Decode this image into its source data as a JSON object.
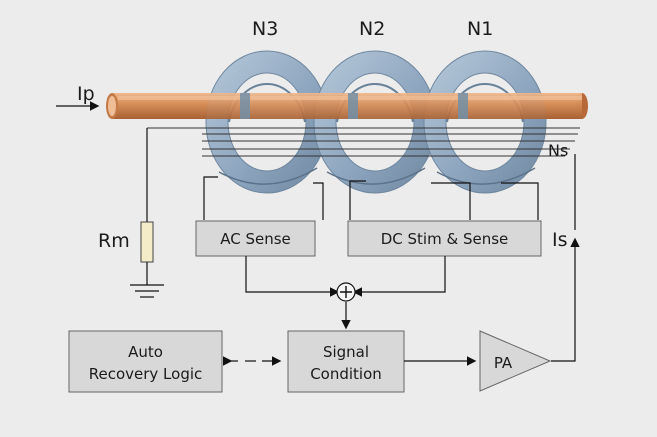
{
  "labels": {
    "n3": "N3",
    "n2": "N2",
    "n1": "N1",
    "ip": "Ip",
    "ns": "Ns",
    "rm": "Rm",
    "is": "Is"
  },
  "blocks": {
    "ac_sense": "AC Sense",
    "dc_stim_sense": "DC Stim & Sense",
    "auto_recovery_line1": "Auto",
    "auto_recovery_line2": "Recovery Logic",
    "signal_condition_line1": "Signal",
    "signal_condition_line2": "Condition",
    "pa": "PA"
  },
  "colors": {
    "background": "#ececec",
    "core_fill": "#8fa7bf",
    "core_dark": "#6f88a2",
    "core_light": "#b3c6d8",
    "conductor": "#d08a55",
    "conductor_light": "#ecb487",
    "block_fill": "#d8d8d8",
    "wire": "#111111"
  }
}
